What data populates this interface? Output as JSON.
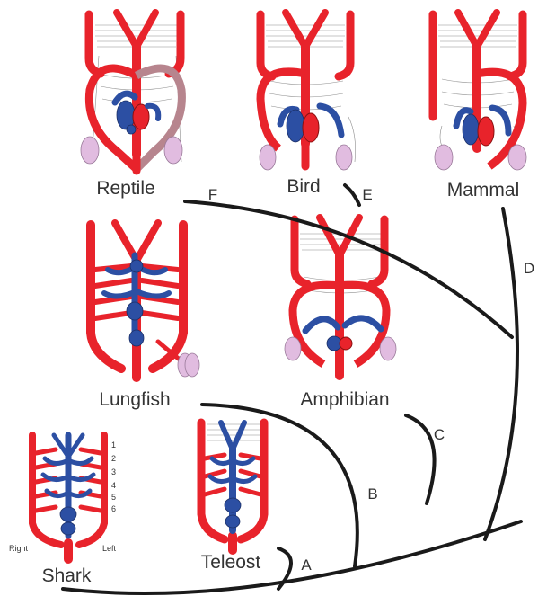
{
  "taxa": {
    "reptile": "Reptile",
    "bird": "Bird",
    "mammal": "Mammal",
    "lungfish": "Lungfish",
    "amphibian": "Amphibian",
    "teleost": "Teleost",
    "shark": "Shark"
  },
  "branches": {
    "a": "A",
    "b": "B",
    "c": "C",
    "d": "D",
    "e": "E",
    "f": "F"
  },
  "shark_arches": [
    "1",
    "2",
    "3",
    "4",
    "5",
    "6"
  ],
  "orientation": {
    "right": "Right",
    "left": "Left"
  },
  "colors": {
    "artery": "#e8232b",
    "vein": "#2c4fa3",
    "lung": "#e1bce0",
    "tree": "#1a1a1a"
  }
}
